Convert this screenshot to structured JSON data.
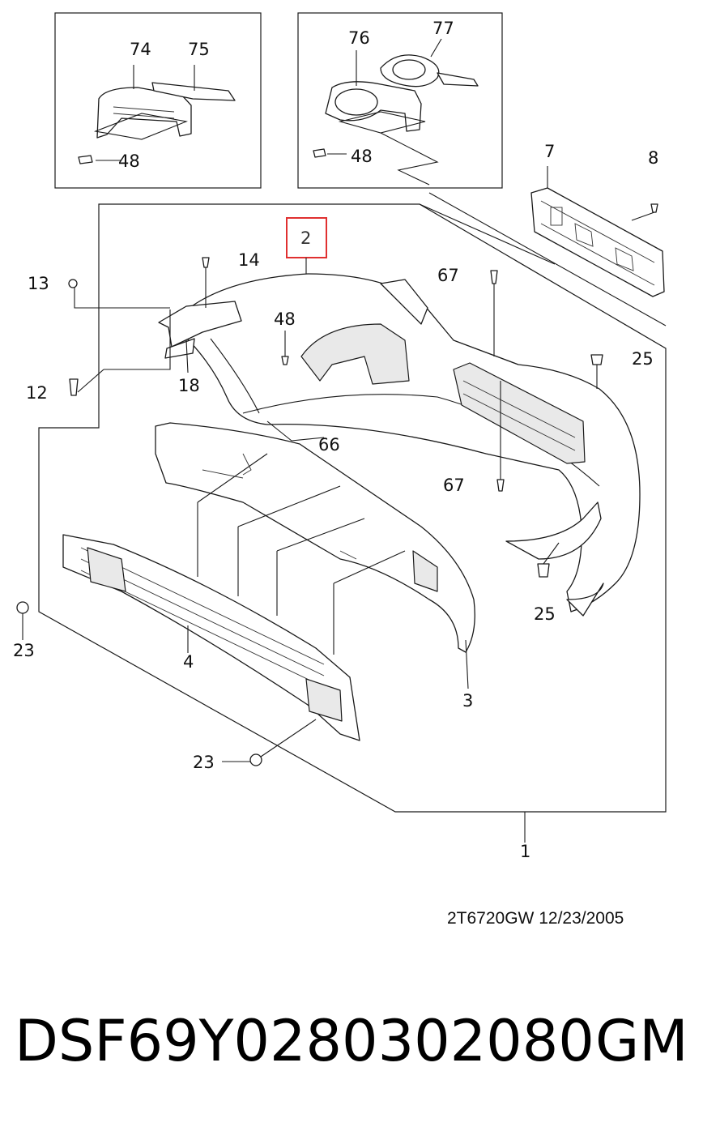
{
  "callouts": {
    "c74": "74",
    "c75": "75",
    "c76": "76",
    "c77": "77",
    "c48a": "48",
    "c48b": "48",
    "c48c": "48",
    "c7": "7",
    "c8": "8",
    "c2": "2",
    "c13": "13",
    "c14": "14",
    "c12": "12",
    "c18": "18",
    "c67a": "67",
    "c67b": "67",
    "c25a": "25",
    "c25b": "25",
    "c66": "66",
    "c23a": "23",
    "c23b": "23",
    "c4": "4",
    "c3": "3",
    "c1": "1"
  },
  "footer": {
    "ref_code": "2T6720GW  12/23/2005",
    "part_number": "DSF69Y0280302080",
    "brand": "GM"
  },
  "colors": {
    "highlight": "#e03030",
    "ink": "#1a1a1a"
  }
}
